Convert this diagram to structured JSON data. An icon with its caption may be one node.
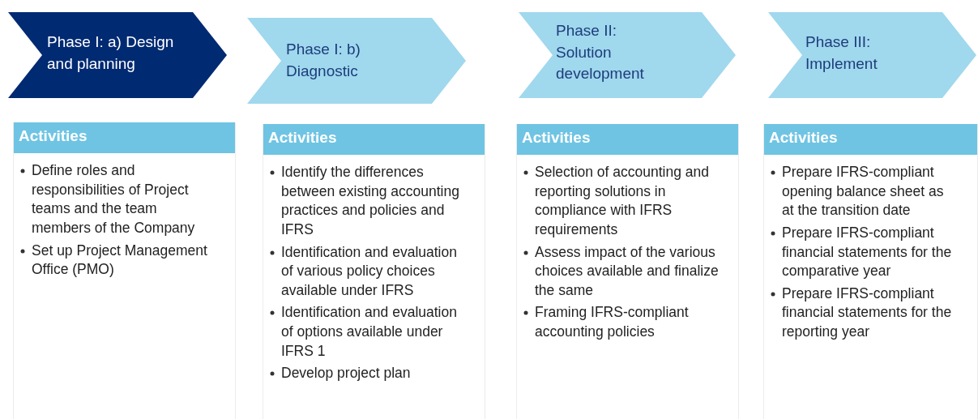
{
  "diagram": {
    "nodes": [
      {
        "text": [
          "Phase I: a) Design and planning"
        ]
      },
      {
        "text": [
          "Phase I: b) Diagnostic"
        ]
      },
      {
        "text": [
          "Phase II: Solution development"
        ]
      },
      {
        "text": [
          "Phase III: Implement"
        ]
      },
      {
        "text": [
          "Activities",
          "Define roles and responsibilities of Project teams and the team members of the Company",
          "Set up Project Management Office (PMO)"
        ]
      },
      {
        "text": [
          "Activities",
          "Identify the differences between existing accounting practices and policies and IFRS",
          "Identification and evaluation of various policy choices available under IFRS",
          "Identification and evaluation of options available under IFRS 1",
          "Develop project plan"
        ]
      },
      {
        "text": [
          "Activities",
          "Selection of accounting and reporting solutions in compliance with IFRS requirements",
          "Assess impact of the various choices available and finalize the same",
          "Framing IFRS-compliant accounting policies"
        ]
      },
      {
        "text": [
          "Activities",
          "Prepare IFRS-compliant opening balance sheet as at the transition date",
          "Prepare IFRS-compliant financial statements for the comparative year",
          "Prepare IFRS-compliant financial statements for the reporting year"
        ]
      }
    ]
  }
}
